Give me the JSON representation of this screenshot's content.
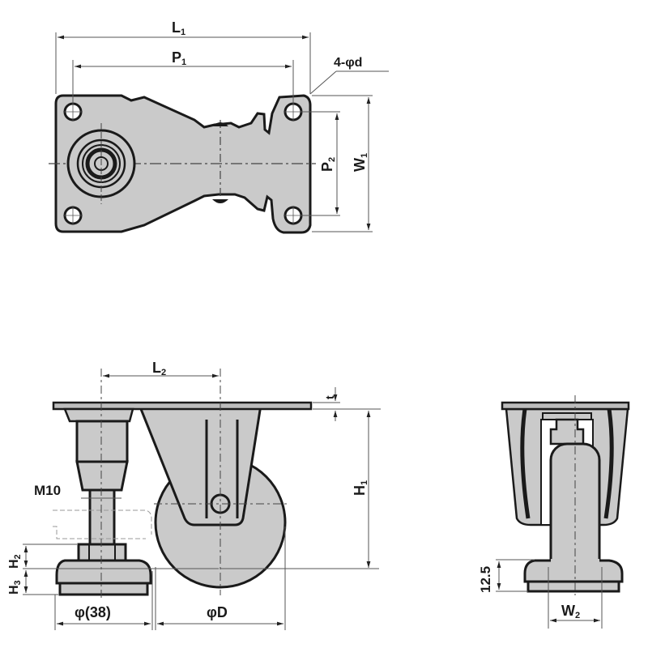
{
  "colors": {
    "line": "#1a1a1a",
    "fill": "#cacaca",
    "dim": "#555555",
    "bg": "#ffffff"
  },
  "top_view": {
    "labels": {
      "L": "L",
      "L_sub": "1",
      "P1": "P",
      "P1_sub": "1",
      "holes": "4-φd",
      "P2": "P",
      "P2_sub": "2",
      "W1": "W",
      "W1_sub": "1"
    }
  },
  "side_view": {
    "labels": {
      "L2": "L",
      "L2_sub": "2",
      "t": "t",
      "H1": "H",
      "H1_sub": "1",
      "M10": "M10",
      "H2": "H",
      "H2_sub": "2",
      "H3": "H",
      "H3_sub": "3",
      "pad_dia": "φ(38)",
      "wheel_dia": "φD"
    }
  },
  "front_view": {
    "labels": {
      "height": "12.5",
      "W2": "W",
      "W2_sub": "2"
    }
  }
}
